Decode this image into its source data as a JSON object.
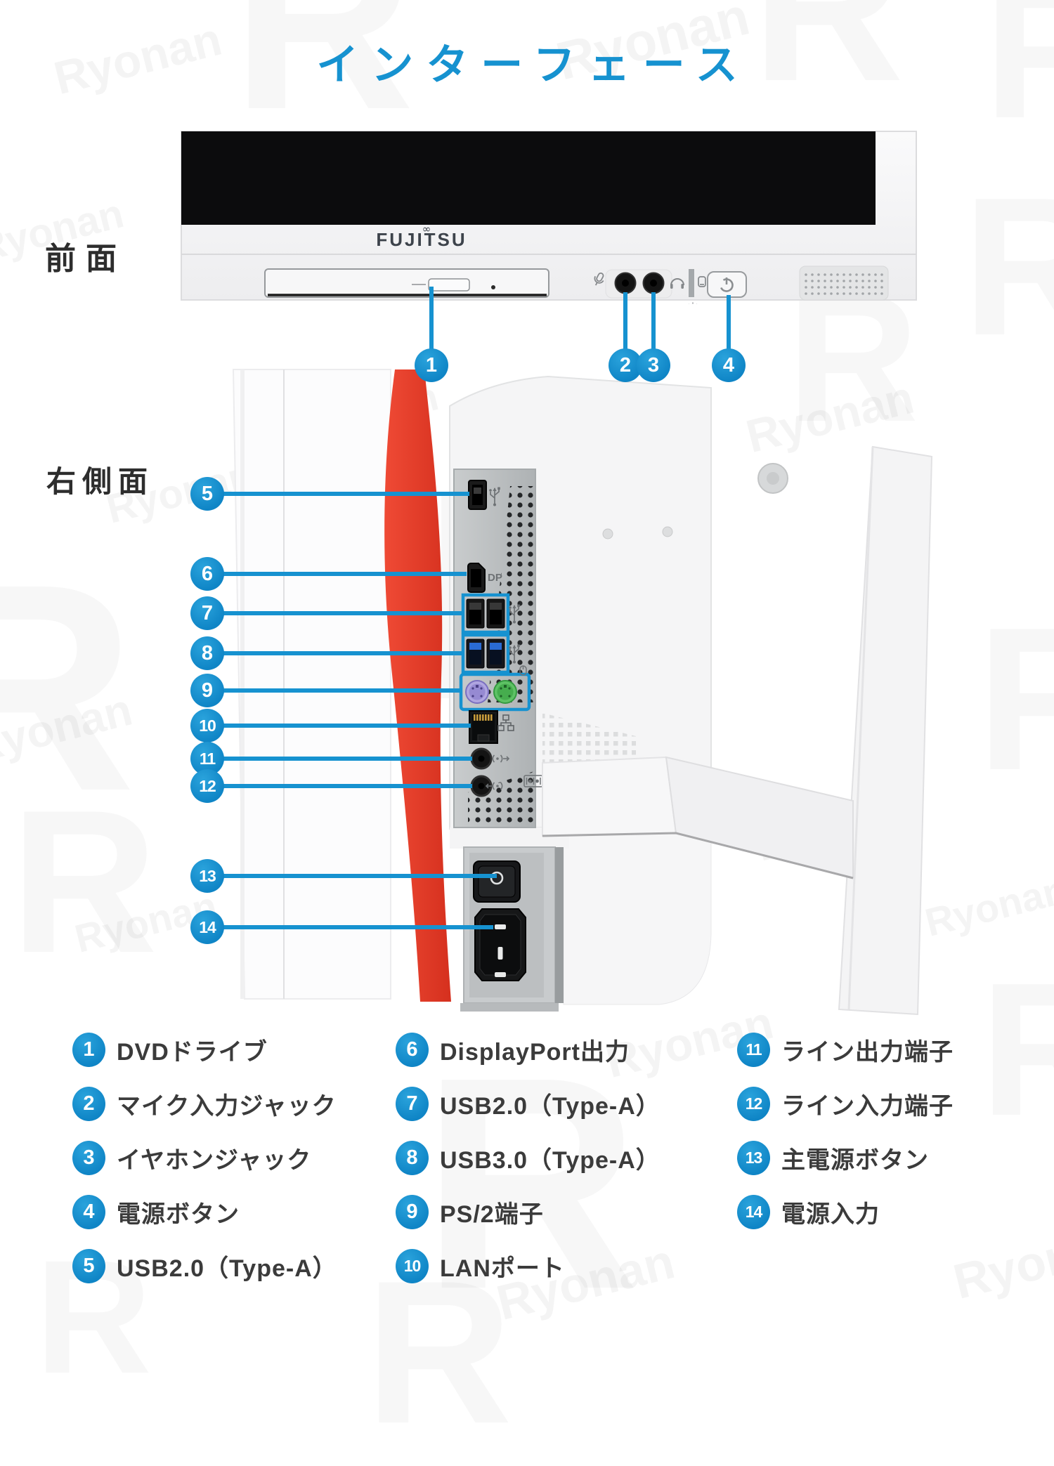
{
  "page": {
    "title": "インターフェース"
  },
  "colors": {
    "accent": "#1692d0",
    "red": "#e8402e"
  },
  "watermark": {
    "text": "Ryonan",
    "letter": "R"
  },
  "front": {
    "label": "前面",
    "brand": "FUJITSU",
    "brand_mark": "∞",
    "mark_minus": "-",
    "mark_plus": "+"
  },
  "side": {
    "label": "右側面",
    "dp_label": "DP"
  },
  "legend": {
    "items": [
      {
        "num": "1",
        "label": "DVDドライブ"
      },
      {
        "num": "2",
        "label": "マイク入力ジャック"
      },
      {
        "num": "3",
        "label": "イヤホンジャック"
      },
      {
        "num": "4",
        "label": "電源ボタン"
      },
      {
        "num": "5",
        "label": "USB2.0（Type-A）"
      },
      {
        "num": "6",
        "label": "DisplayPort出力"
      },
      {
        "num": "7",
        "label": "USB2.0（Type-A）"
      },
      {
        "num": "8",
        "label": "USB3.0（Type-A）"
      },
      {
        "num": "9",
        "label": "PS/2端子"
      },
      {
        "num": "10",
        "label": "LANポート"
      },
      {
        "num": "11",
        "label": "ライン出力端子"
      },
      {
        "num": "12",
        "label": "ライン入力端子"
      },
      {
        "num": "13",
        "label": "主電源ボタン"
      },
      {
        "num": "14",
        "label": "電源入力"
      }
    ]
  }
}
